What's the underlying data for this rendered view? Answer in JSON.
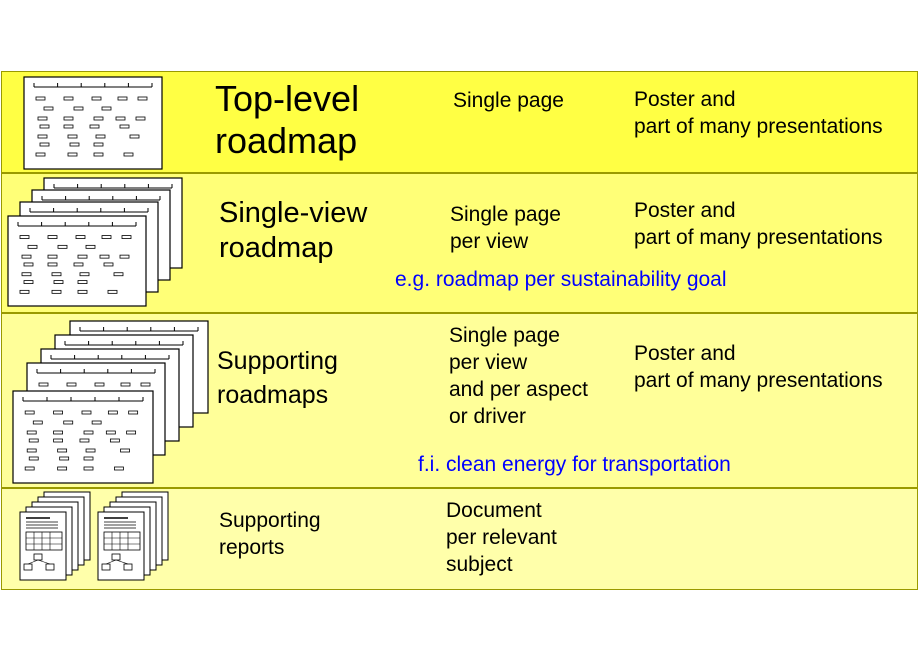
{
  "colors": {
    "band_top": "#ffff44",
    "band_single_view": "#ffff77",
    "band_supporting": "#ffff99",
    "band_reports": "#ffffaa",
    "note_color": "#0000ff"
  },
  "rows": [
    {
      "title": "Top-level\nroadmap",
      "format": "Single page",
      "usage": "Poster and\npart of many presentations",
      "icon": "roadmap-sheet-icon"
    },
    {
      "title": "Single-view\nroadmap",
      "format": "Single page\nper view",
      "usage": "Poster and\npart of many presentations",
      "note": "e.g. roadmap per sustainability goal",
      "icon": "roadmap-stack-icon"
    },
    {
      "title": "Supporting\nroadmaps",
      "format": "Single page\nper view\nand per aspect\nor driver",
      "usage": "Poster and\npart of many presentations",
      "note": "f.i. clean energy for transportation",
      "icon": "roadmap-stack-large-icon"
    },
    {
      "title": "Supporting\nreports",
      "format": "Document\nper relevant\nsubject",
      "icon": "report-documents-icon"
    }
  ]
}
